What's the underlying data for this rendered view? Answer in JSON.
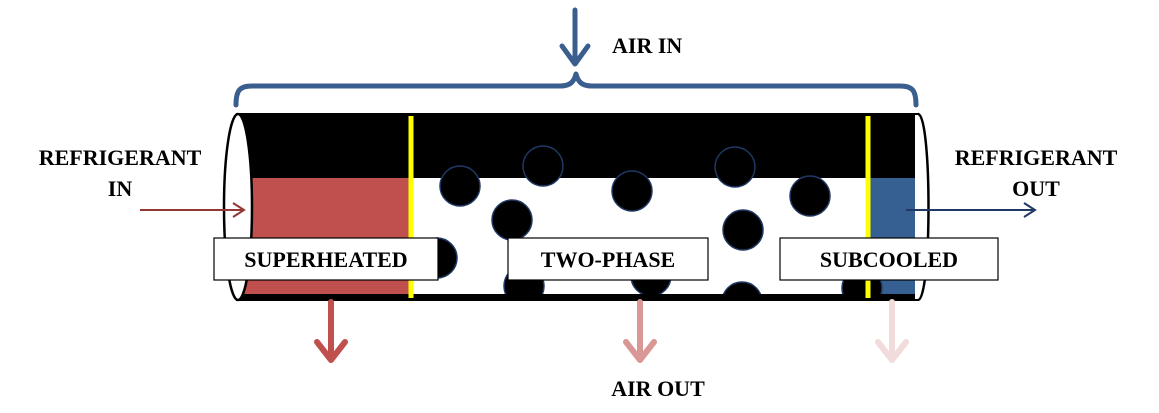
{
  "labels": {
    "air_in": "AIR IN",
    "air_out": "AIR OUT",
    "refrigerant_in_line1": "REFRIGERANT",
    "refrigerant_in_line2": "IN",
    "refrigerant_out_line1": "REFRIGERANT",
    "refrigerant_out_line2": "OUT"
  },
  "zones": [
    {
      "id": "superheated",
      "label": "SUPERHEATED",
      "color": "#c0504d"
    },
    {
      "id": "two-phase",
      "label": "TWO-PHASE",
      "color": "#ffffff"
    },
    {
      "id": "subcooled",
      "label": "SUBCOOLED",
      "color": "#376092"
    }
  ],
  "colors": {
    "tube_fill": "#000000",
    "phase_boundary": "#ffff00",
    "air_in_arrow": "#3a5f8f",
    "brace": "#3a5f8f",
    "refrigerant_in_arrow": "#943634",
    "refrigerant_out_arrow": "#1f3864",
    "air_out_arrow_hot": "#c0504d",
    "air_out_arrow_mid": "#d99795",
    "air_out_arrow_cool": "#f2dcdb",
    "bubble_fill": "#000000",
    "bubble_stroke": "#1f3864"
  },
  "icons": {
    "air_in": "down-arrow-icon",
    "air_out": "down-arrow-icon",
    "refrigerant_in": "right-arrow-icon",
    "refrigerant_out": "right-arrow-icon",
    "brace": "curly-brace-icon"
  }
}
